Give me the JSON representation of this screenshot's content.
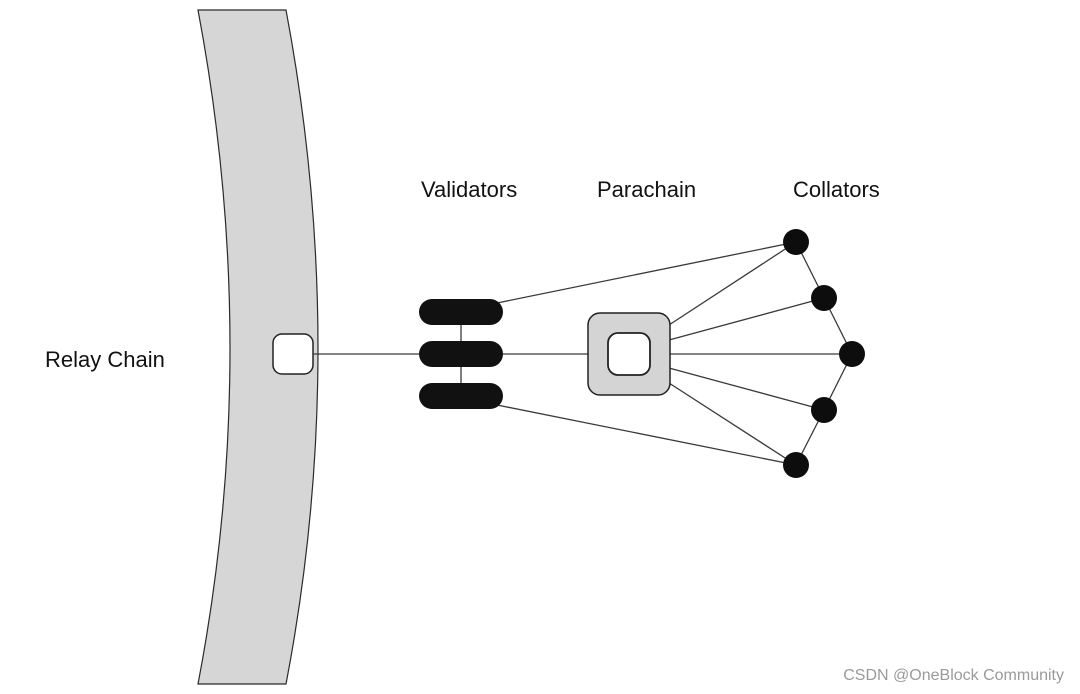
{
  "labels": {
    "relay_chain": "Relay Chain",
    "validators": "Validators",
    "parachain": "Parachain",
    "collators": "Collators"
  },
  "watermark": "CSDN @OneBlock Community",
  "colors": {
    "relay_band": "#d6d6d6",
    "relay_band_stroke": "#2a2a2a",
    "validator": "#111111",
    "parachain_block": "#d4d4d4",
    "collator": "#0d0d0d",
    "line": "#3a3a3a"
  }
}
